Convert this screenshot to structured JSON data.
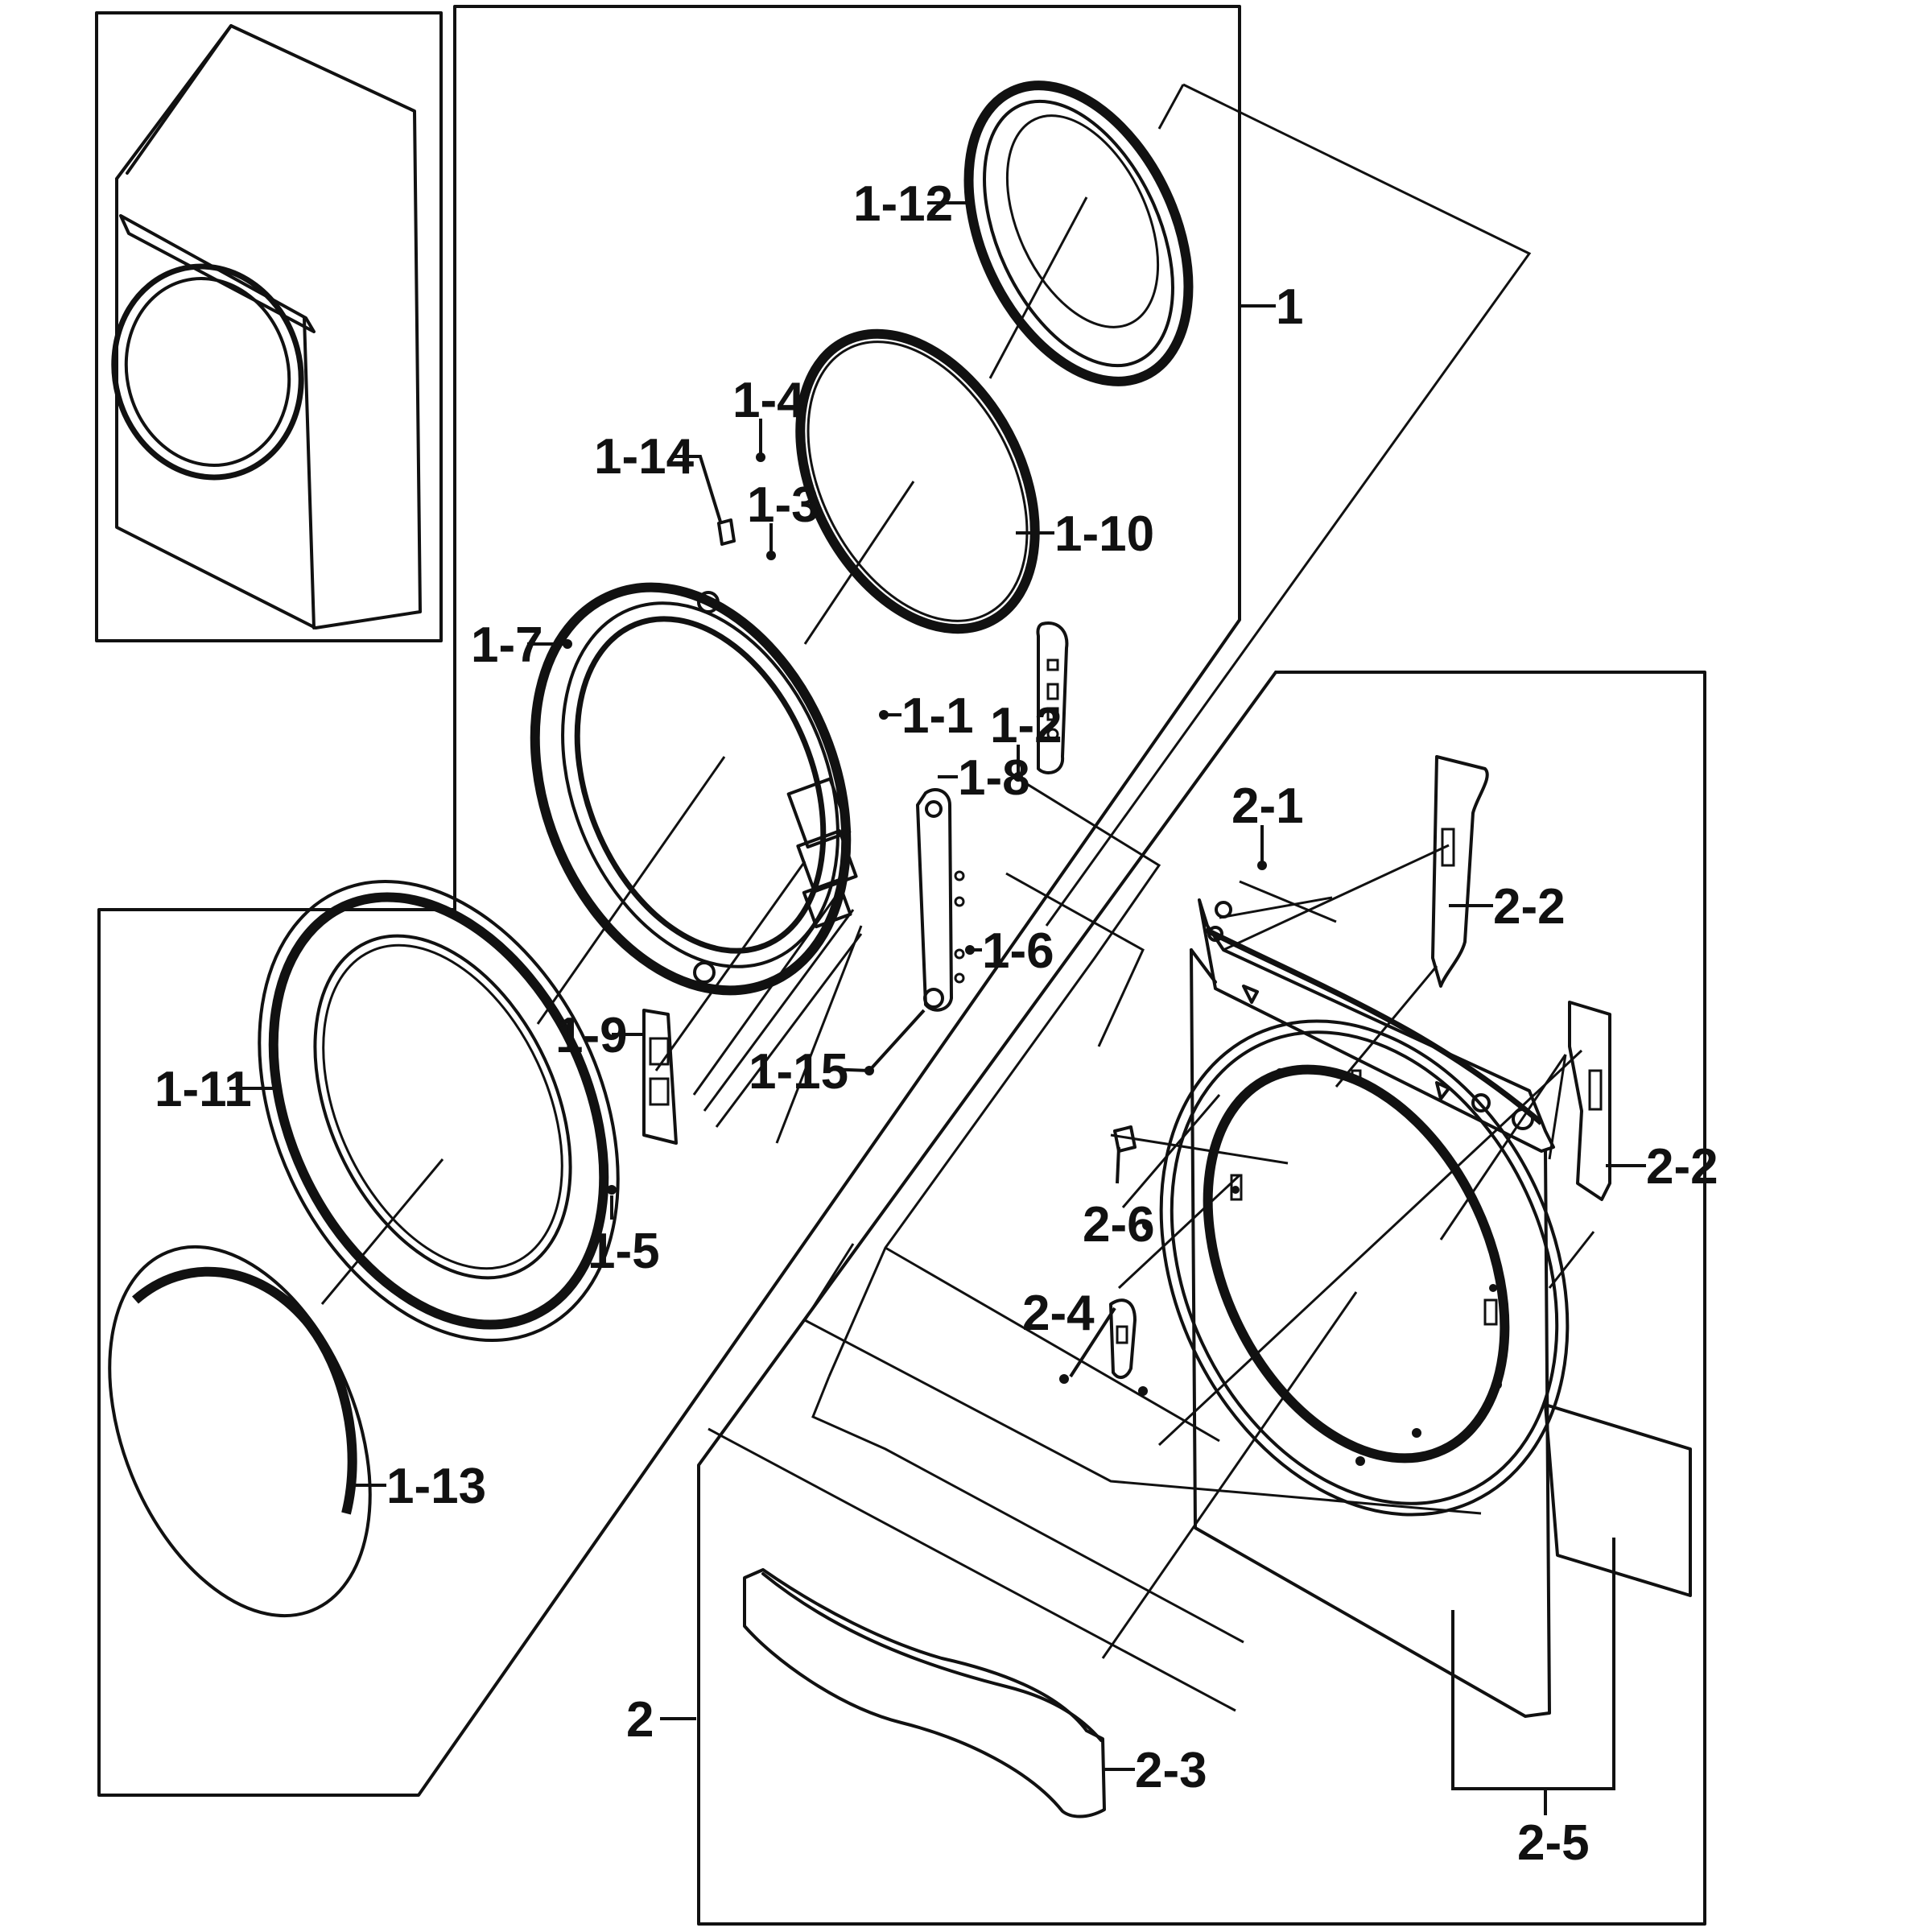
{
  "callouts": {
    "c1": "1",
    "c1_1": "1-1",
    "c1_2": "1-2",
    "c1_3": "1-3",
    "c1_4": "1-4",
    "c1_5": "1-5",
    "c1_6": "1-6",
    "c1_7": "1-7",
    "c1_8": "1-8",
    "c1_9": "1-9",
    "c1_10": "1-10",
    "c1_11": "1-11",
    "c1_12": "1-12",
    "c1_13": "1-13",
    "c1_14": "1-14",
    "c1_15": "1-15",
    "c2": "2",
    "c2_1": "2-1",
    "c2_2a": "2-2",
    "c2_2b": "2-2",
    "c2_3": "2-3",
    "c2_4": "2-4",
    "c2_5": "2-5",
    "c2_6": "2-6"
  }
}
